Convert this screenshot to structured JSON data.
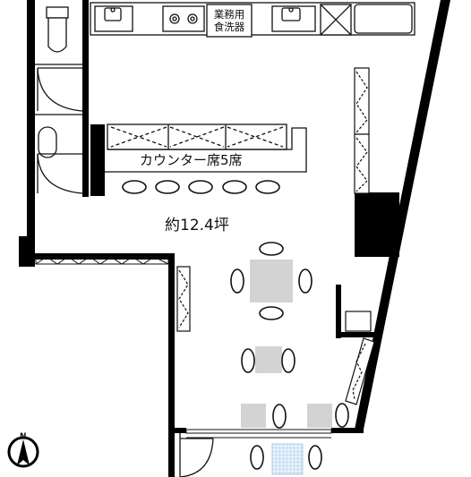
{
  "floor_plan": {
    "area_label": "約12.4坪",
    "counter_label": "カウンター席5席",
    "dishwasher_label_line1": "業務用",
    "dishwasher_label_line2": "食洗器",
    "north_label": "N"
  },
  "colors": {
    "wall": "#000000",
    "table": "#d3d3d3",
    "table_grid": "#b8d4ec",
    "line": "#111111"
  }
}
